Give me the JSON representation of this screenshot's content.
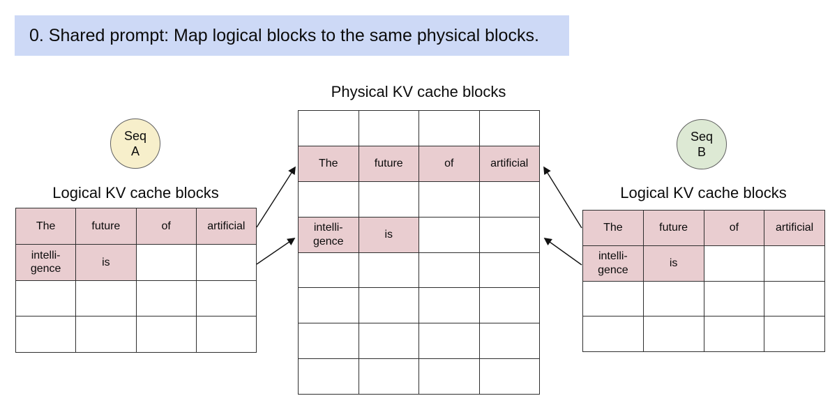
{
  "title": {
    "text": "0. Shared prompt: Map logical blocks to the same physical blocks."
  },
  "colors": {
    "banner": "#cdd9f6",
    "filled_cell": "#e9cdd0",
    "seq_a_fill": "#f7efcb",
    "seq_b_fill": "#dde9d4",
    "table_border": "#2e2e2e"
  },
  "physical": {
    "heading": "Physical KV cache blocks",
    "grid": [
      [
        {},
        {},
        {},
        {}
      ],
      [
        {
          "t": "The",
          "f": true
        },
        {
          "t": "future",
          "f": true
        },
        {
          "t": "of",
          "f": true
        },
        {
          "t": "artificial",
          "f": true
        }
      ],
      [
        {},
        {},
        {},
        {}
      ],
      [
        {
          "t": "intelli-\ngence",
          "f": true
        },
        {
          "t": "is",
          "f": true
        },
        {},
        {}
      ],
      [
        {},
        {},
        {},
        {}
      ],
      [
        {},
        {},
        {},
        {}
      ],
      [
        {},
        {},
        {},
        {}
      ],
      [
        {},
        {},
        {},
        {}
      ]
    ]
  },
  "seq_a": {
    "badge": "Seq\nA",
    "heading": "Logical KV cache blocks",
    "grid": [
      [
        {
          "t": "The",
          "f": true
        },
        {
          "t": "future",
          "f": true
        },
        {
          "t": "of",
          "f": true
        },
        {
          "t": "artificial",
          "f": true
        }
      ],
      [
        {
          "t": "intelli-\ngence",
          "f": true
        },
        {
          "t": "is",
          "f": true
        },
        {},
        {}
      ],
      [
        {},
        {},
        {},
        {}
      ],
      [
        {},
        {},
        {},
        {}
      ]
    ]
  },
  "seq_b": {
    "badge": "Seq\nB",
    "heading": "Logical KV cache blocks",
    "grid": [
      [
        {
          "t": "The",
          "f": true
        },
        {
          "t": "future",
          "f": true
        },
        {
          "t": "of",
          "f": true
        },
        {
          "t": "artificial",
          "f": true
        }
      ],
      [
        {
          "t": "intelli-\ngence",
          "f": true
        },
        {
          "t": "is",
          "f": true
        },
        {},
        {}
      ],
      [
        {},
        {},
        {},
        {}
      ],
      [
        {},
        {},
        {},
        {}
      ]
    ]
  }
}
